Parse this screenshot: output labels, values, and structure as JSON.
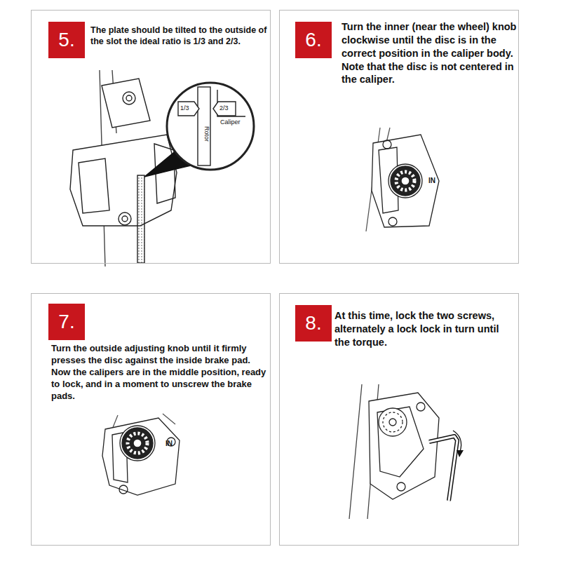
{
  "diagram": {
    "nodes": [
      {
        "text": [
          "The plate should be tilted to the outside of the slot the ideal ratio is 1/3 and 2/3."
        ]
      },
      {
        "text": [
          "5."
        ],
        "in": 0
      },
      {
        "text": [
          "Turn the inner (near the wheel) knob clockwise until the disc is in the correct position in the caliper body. Note that the disc is not centered in the caliper."
        ]
      },
      {
        "text": [
          "6."
        ],
        "in": 2
      },
      {
        "text": [
          "Turn the outside adjusting knob until it firmly presses the disc against the inside brake pad. Now the calipers are in the middle position, ready to lock, and in a moment to unscrew the brake pads."
        ]
      },
      {
        "text": [
          "7."
        ],
        "in": 4
      },
      {
        "text": [
          "At this time, lock the two screws, alternately a lock lock in turn until the torque."
        ]
      },
      {
        "text": [
          "8."
        ],
        "in": 6
      }
    ],
    "labels": [
      "1/3",
      "2/3",
      "Rotor",
      "Caliper",
      "IN",
      "IN"
    ]
  }
}
